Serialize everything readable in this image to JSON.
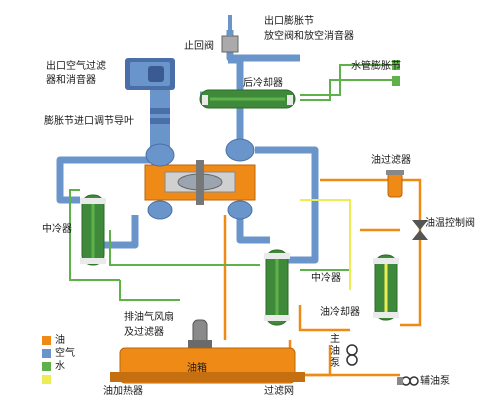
{
  "labels": {
    "outlet_expansion_joint": "出口膨胀节",
    "blowoff_valve_silencer": "放空阀和放空消音器",
    "check_valve": "止回阀",
    "outlet_air_filter_line1": "出口空气过滤",
    "outlet_air_filter_line2": "器和消音器",
    "aftercooler": "后冷却器",
    "water_pipe_expansion_joint": "水管膨胀节",
    "inlet_guide_vane": "膨胀节进口调节导叶",
    "oil_filter": "油过滤器",
    "intercooler_left": "中冷器",
    "oil_temp_control_valve": "油温控制阀",
    "intercooler_right": "中冷器",
    "oil_cooler": "油冷却器",
    "vent_fan_line1": "排油气风扇",
    "vent_fan_line2": "及过滤器",
    "main_oil_pump": "主油泵",
    "aux_oil_pump": "辅油泵",
    "oil_tank": "油箱",
    "oil_heater": "油加热器",
    "strainer": "过滤网"
  },
  "legend": [
    {
      "label": "油",
      "color": "#ef8a16"
    },
    {
      "label": "空气",
      "color": "#6a95cb"
    },
    {
      "label": "水",
      "color": "#5fb14a"
    },
    {
      "label": "",
      "color": "#ecec55"
    }
  ],
  "colors": {
    "oil": "#ef8a16",
    "air": "#6a95cb",
    "water": "#5fb14a",
    "yellow": "#ecec55",
    "air_dark": "#4a6fa8",
    "cooler_fill": "#3e8a3a"
  }
}
